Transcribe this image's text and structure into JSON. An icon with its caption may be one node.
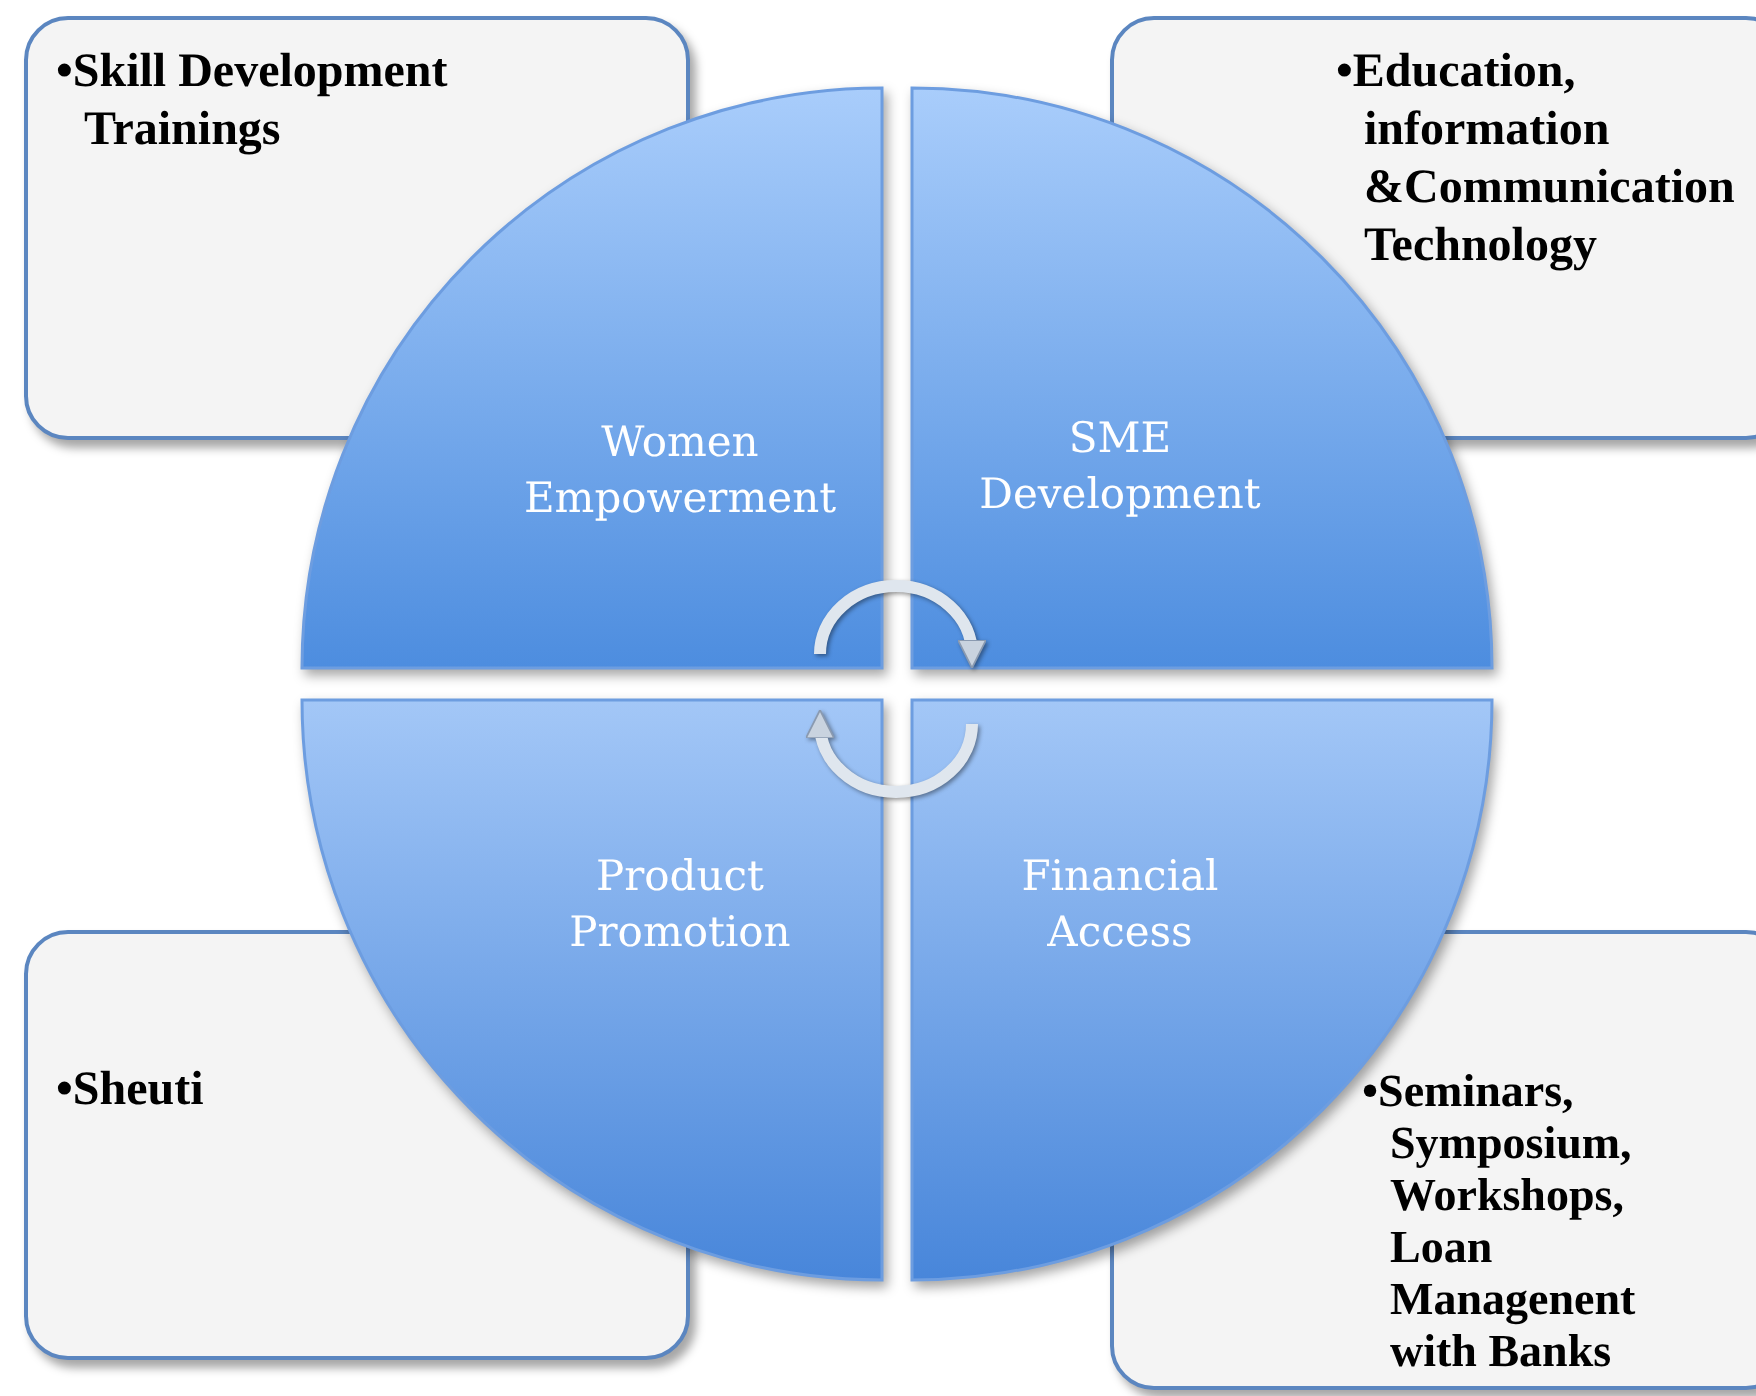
{
  "diagram": {
    "nodes": [
      {
        "text": [
          "•Skill Development Trainings"
        ]
      },
      {
        "text": [
          "•Education, information &Communication Technology"
        ]
      },
      {
        "text": [
          "•Sheuti"
        ]
      },
      {
        "text": [
          "•Seminars, Symposium, Workshops, Loan Managenent with Banks"
        ]
      },
      {
        "text": [
          "Women Empowerment"
        ]
      },
      {
        "text": [
          "SME Development"
        ]
      },
      {
        "text": [
          "Product Promotion"
        ]
      },
      {
        "text": [
          "Financial Access"
        ]
      }
    ],
    "edges": [
      {
        "from": 4,
        "to": 5,
        "arrow": "to"
      },
      {
        "from": 7,
        "to": 6,
        "arrow": "to"
      }
    ]
  }
}
